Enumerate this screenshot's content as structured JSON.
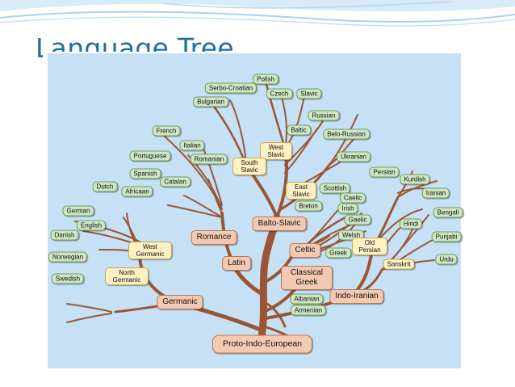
{
  "slide": {
    "title": "Language Tree"
  },
  "colors": {
    "title": "#1f6e9e",
    "panel_bg": "#c6e1f5",
    "branch": "#9a5634",
    "green_label": "#cfe6c4",
    "yellow_label": "#fdf0c2",
    "pink_label": "#f4c9b1"
  },
  "tree": {
    "root": "Proto-Indo-European",
    "branches": {
      "germanic": "Germanic",
      "west_germanic": "West Germanic",
      "north_germanic": "North Germanic",
      "latin": "Latin",
      "romance": "Romance",
      "balto_slavic": "Balto-Slavic",
      "south_slavic": "South Slavic",
      "west_slavic": "West Slavic",
      "east_slavic": "East Slavic",
      "celtic": "Celtic",
      "classical_greek": "Classical Greek",
      "indo_iranian": "Indo-Iranian",
      "old_persian": "Old Persian",
      "sanskrit": "Sanskrit"
    },
    "languages": {
      "polish": "Polish",
      "serbo_croatian": "Serbo-Croatian",
      "czech": "Czech",
      "slavic": "Slavic",
      "bulgarian": "Bulgarian",
      "russian": "Russian",
      "baltic": "Baltic",
      "belo_russian": "Belo-Russian",
      "french": "French",
      "italian": "Italian",
      "portuguese": "Portuguese",
      "romanian": "Romanian",
      "ukranian": "Ukranian",
      "spanish": "Spanish",
      "catalan": "Catalan",
      "persian": "Persian",
      "kurdish": "Kurdish",
      "dutch": "Dutch",
      "africaan": "Africaan",
      "scottish": "Scottish",
      "caelic": "Caelic",
      "iranian": "Iranian",
      "breton": "Breton",
      "irish": "Irish",
      "german": "German",
      "bengali": "Bengali",
      "gaelic": "Gaelic",
      "english": "English",
      "hindi": "Hindi",
      "danish": "Danish",
      "welsh": "Welsh",
      "punjabi": "Punjabi",
      "norwegian": "Norwegian",
      "greek": "Greek",
      "urdu": "Urdu",
      "swedish": "Swedish",
      "albanian": "Albanian",
      "armenian": "Armenian"
    }
  }
}
